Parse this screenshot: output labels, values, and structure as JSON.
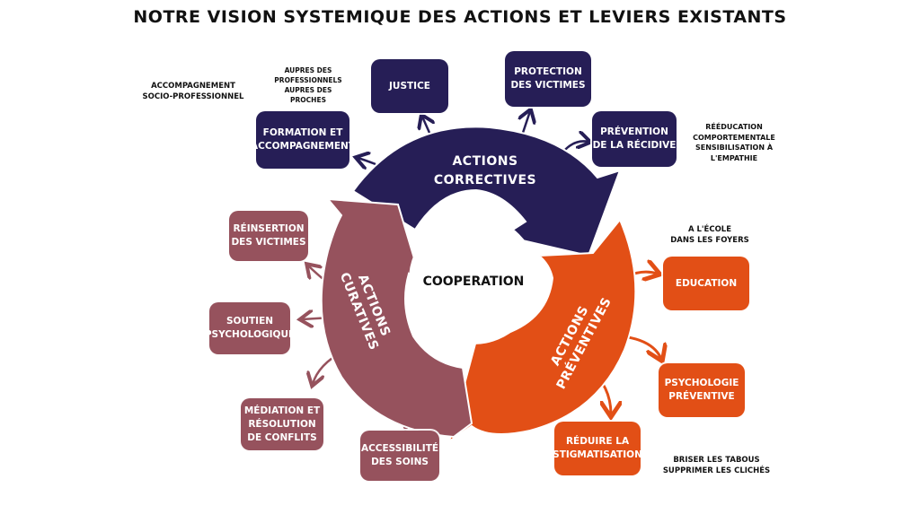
{
  "title": "NOTRE VISION SYSTEMIQUE DES ACTIONS ET LEVIERS EXISTANTS",
  "center_label": "COOPERATION",
  "colors": {
    "correctives": "#261e56",
    "curatives": "#96525d",
    "preventives": "#e24f16"
  },
  "segments": {
    "correctives": {
      "line1": "ACTIONS",
      "line2": "CORRECTIVES"
    },
    "curatives": {
      "line1": "ACTIONS",
      "line2": "CURATIVES"
    },
    "preventives": {
      "line1": "ACTIONS",
      "line2": "PRÉVENTIVES"
    }
  },
  "correctives_boxes": {
    "formation": "FORMATION ET ACCOMPAGNEMENT",
    "justice": "JUSTICE",
    "protection": "PROTECTION DES VICTIMES",
    "prevention_recidive": "PRÉVENTION DE LA RÉCIDIVE"
  },
  "curatives_boxes": {
    "reinsertion": "RÉINSERTION DES VICTIMES",
    "soutien": "SOUTIEN PSYCHOLOGIQUE",
    "mediation": "MÉDIATION ET RÉSOLUTION DE CONFLITS",
    "accessibilite": "ACCESSIBILITÉ DES SOINS"
  },
  "preventives_boxes": {
    "education": "EDUCATION",
    "psychologie": "PSYCHOLOGIE PRÉVENTIVE",
    "stigmatisation": "RÉDUIRE LA STIGMATISATION"
  },
  "notes": {
    "accompagnement": [
      "ACCOMPAGNEMENT",
      "SOCIO-PROFESSIONNEL"
    ],
    "aupres": [
      "AUPRES DES",
      "PROFESSIONNELS",
      "AUPRES DES",
      "PROCHES"
    ],
    "reeducation": [
      "RÉÉDUCATION",
      "COMPORTEMENTALE",
      "SENSIBILISATION À",
      "L'EMPATHIE"
    ],
    "ecole": [
      "A L'ÉCOLE",
      "DANS LES FOYERS"
    ],
    "tabous": [
      "BRISER LES TABOUS",
      "SUPPRIMER LES CLICHÉS"
    ]
  }
}
